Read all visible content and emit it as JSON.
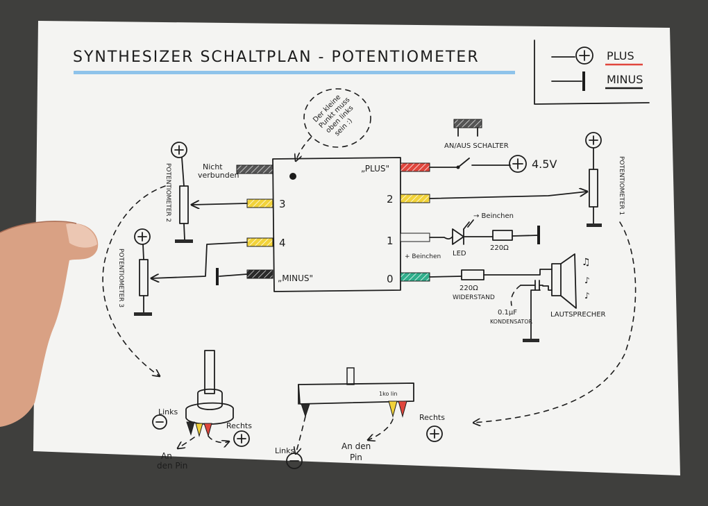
{
  "title": "SYNTHESIZER SCHALTPLAN - POTENTIOMETER",
  "legend": {
    "plus_label": "PLUS",
    "minus_label": "MINUS",
    "plus_color": "#e0463d"
  },
  "chip": {
    "pins_left": [
      "3",
      "4"
    ],
    "pins_right": [
      "2",
      "1",
      "0"
    ],
    "plus_label": "„PLUS\"",
    "minus_label": "„MINUS\"",
    "not_connected_label_1": "Nicht",
    "not_connected_label_2": "verbunden",
    "dot_note": [
      "Der kleine",
      "Punkt muss",
      "oben links",
      "sein :)"
    ]
  },
  "switch": {
    "label": "AN/AUS SCHALTER",
    "voltage": "4.5V"
  },
  "led": {
    "label": "LED",
    "resistor": "220Ω",
    "leg_note": "→ Beinchen",
    "plus_leg": "+ Beinchen"
  },
  "resistor": {
    "value": "220Ω",
    "label": "WIDERSTAND"
  },
  "capacitor": {
    "value": "0.1µF",
    "label": "KONDENSATOR"
  },
  "speaker": {
    "label": "LAUTSPRECHER"
  },
  "potentiometers": {
    "p1": "POTENTIOMETER 1",
    "p2": "POTENTIOMETER 2",
    "p3": "POTENTIOMETER 3"
  },
  "rotary_pot": {
    "left": "Links",
    "right": "Rechts",
    "pin_1": "An",
    "pin_2": "den Pin"
  },
  "slide_pot": {
    "left": "Links",
    "right": "Rechts",
    "pin_1": "An den",
    "pin_2": "Pin",
    "value": "1ko lin"
  },
  "colors": {
    "pin_red": "#e0463d",
    "pin_yellow": "#f2d33a",
    "pin_green": "#2fae8b",
    "pin_black": "#2a2a2a",
    "title_line": "#8ec3ea"
  }
}
